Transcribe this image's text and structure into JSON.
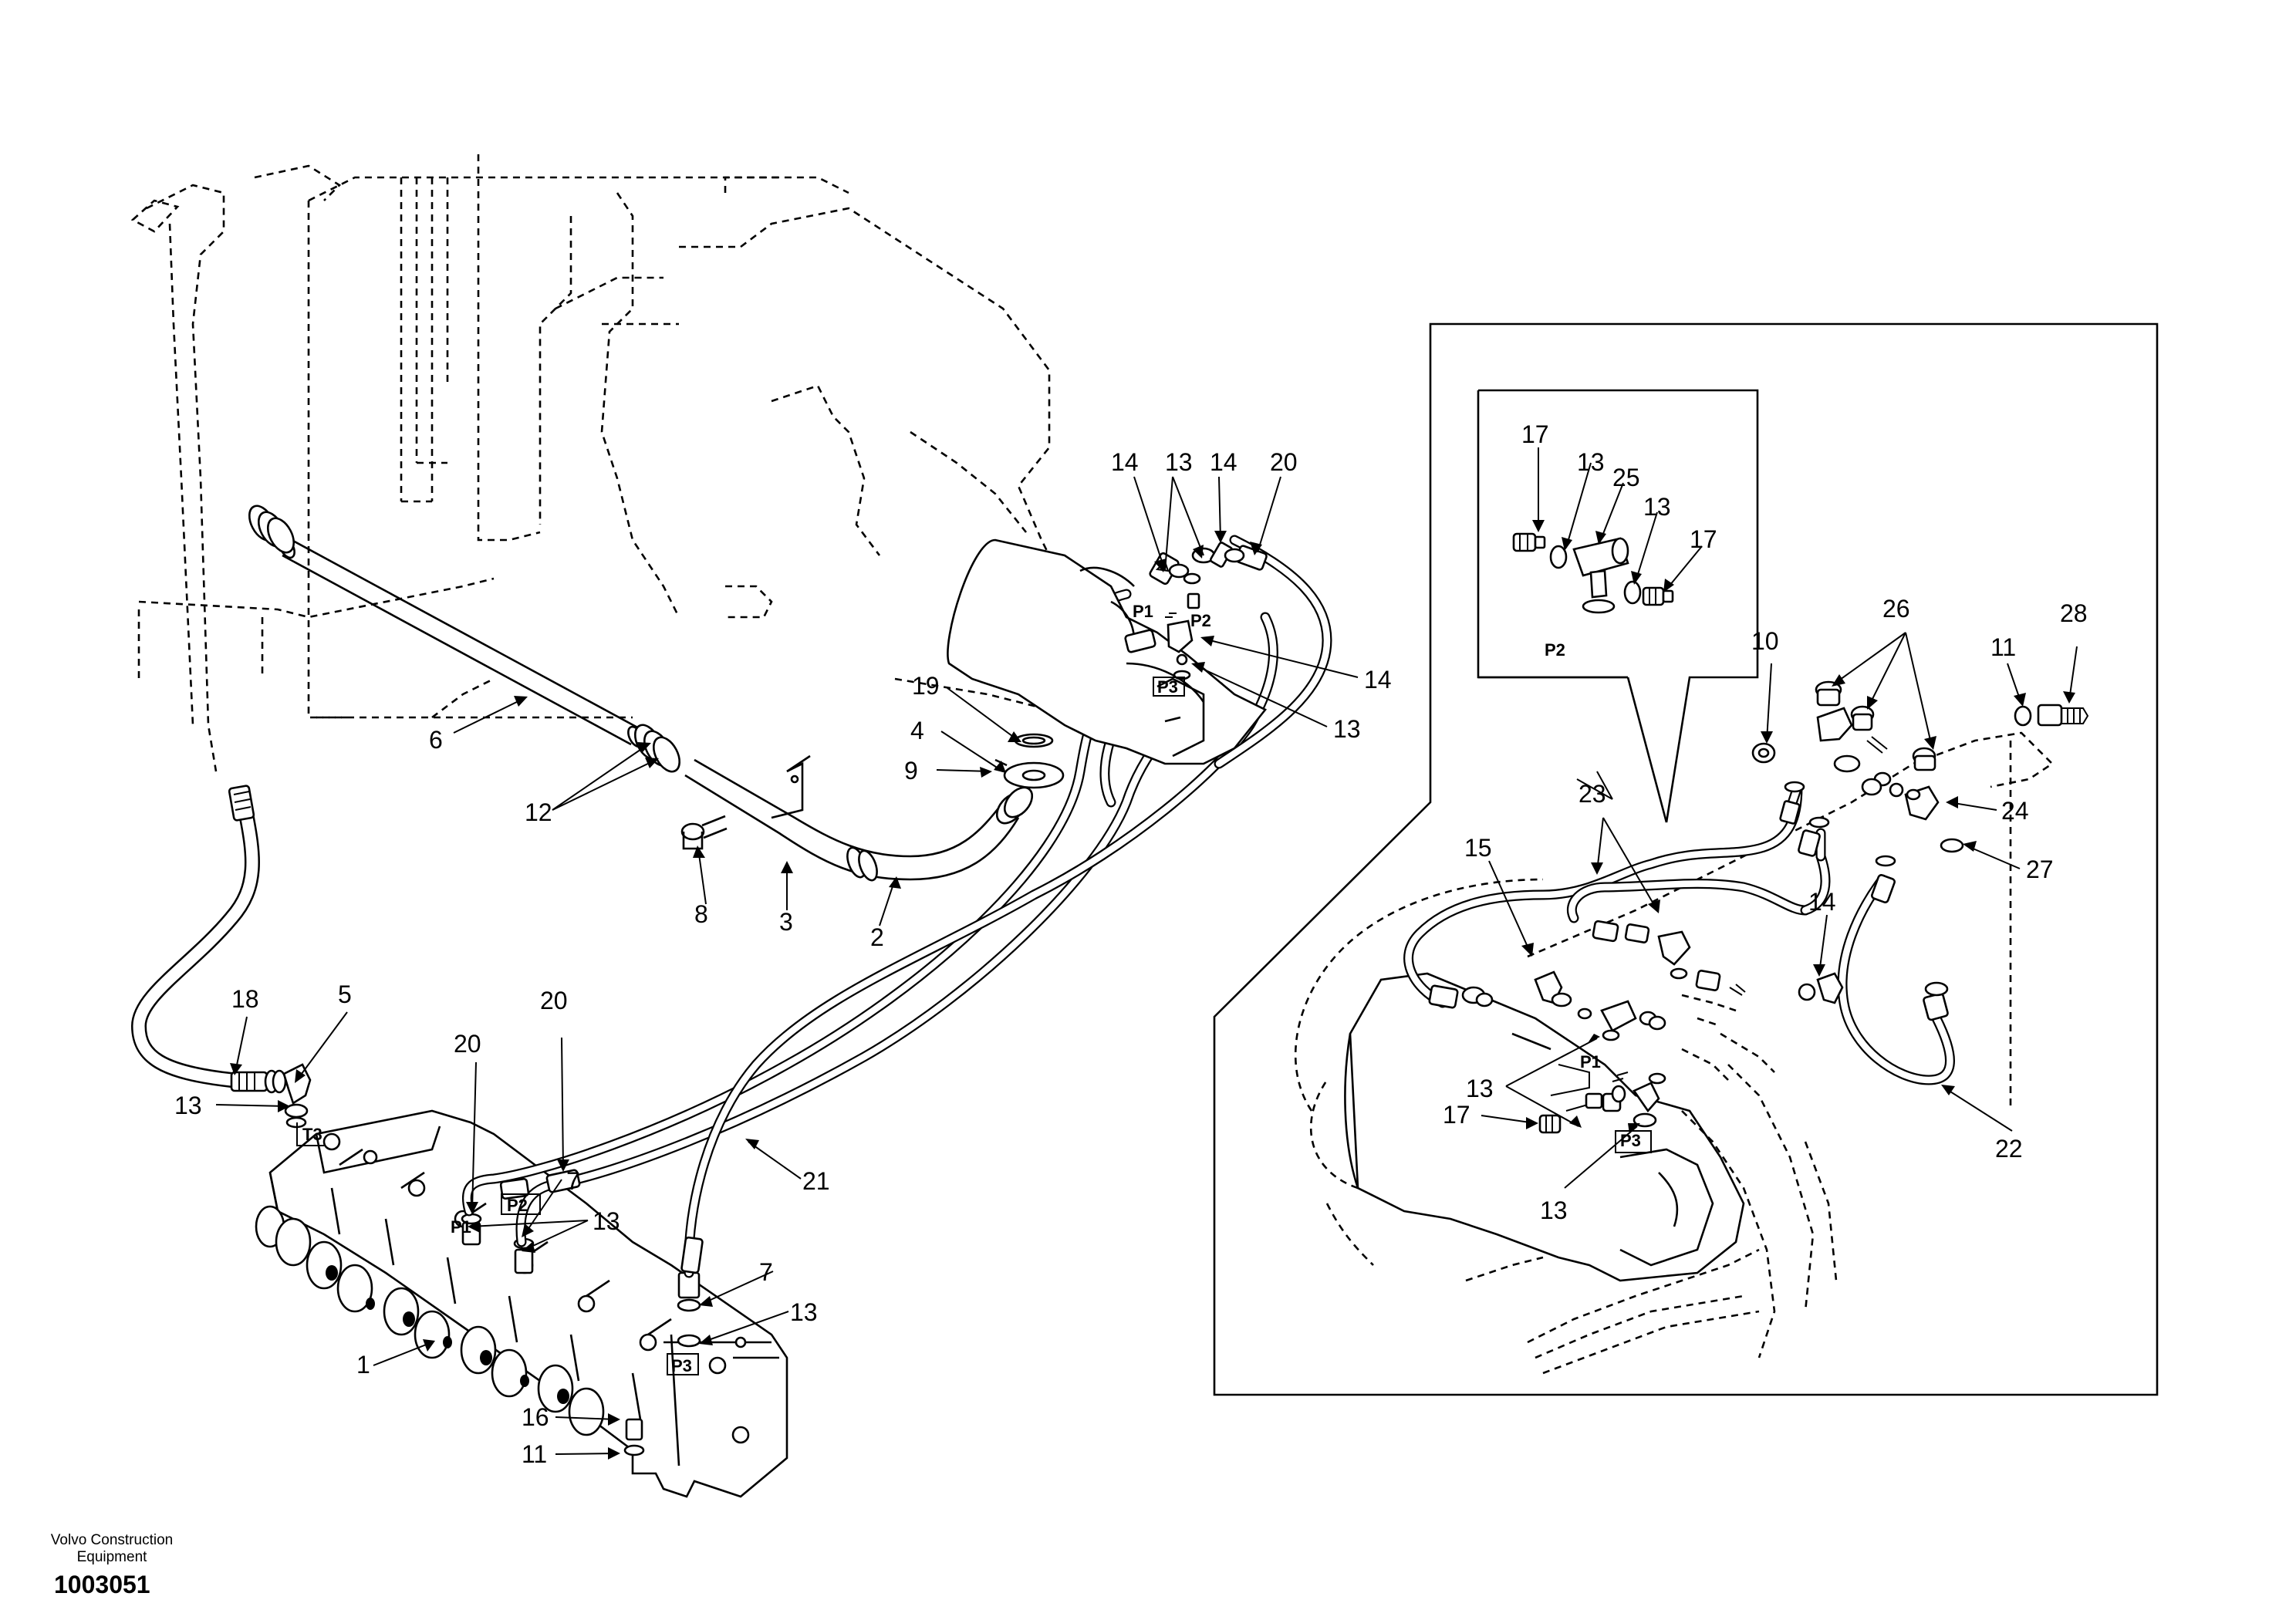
{
  "footer": {
    "company_line1": "Volvo Construction",
    "company_line2": "Equipment",
    "document_number": "1003051"
  },
  "callouts": {
    "main": [
      "14",
      "13",
      "14",
      "20",
      "14",
      "13",
      "19",
      "4",
      "9",
      "6",
      "12",
      "8",
      "3",
      "2",
      "18",
      "5",
      "20",
      "20",
      "13",
      "7",
      "13",
      "21",
      "7",
      "13",
      "1",
      "16",
      "11"
    ],
    "inset": [
      "17",
      "13",
      "25",
      "13",
      "17",
      "10",
      "26",
      "11",
      "28",
      "23",
      "15",
      "24",
      "27",
      "14",
      "13",
      "17",
      "13",
      "22"
    ]
  },
  "port_labels": {
    "main": [
      "P1",
      "P2",
      "P3",
      "T3",
      "P2",
      "P1",
      "P3"
    ],
    "inset": [
      "P2",
      "P1",
      "P3"
    ]
  }
}
